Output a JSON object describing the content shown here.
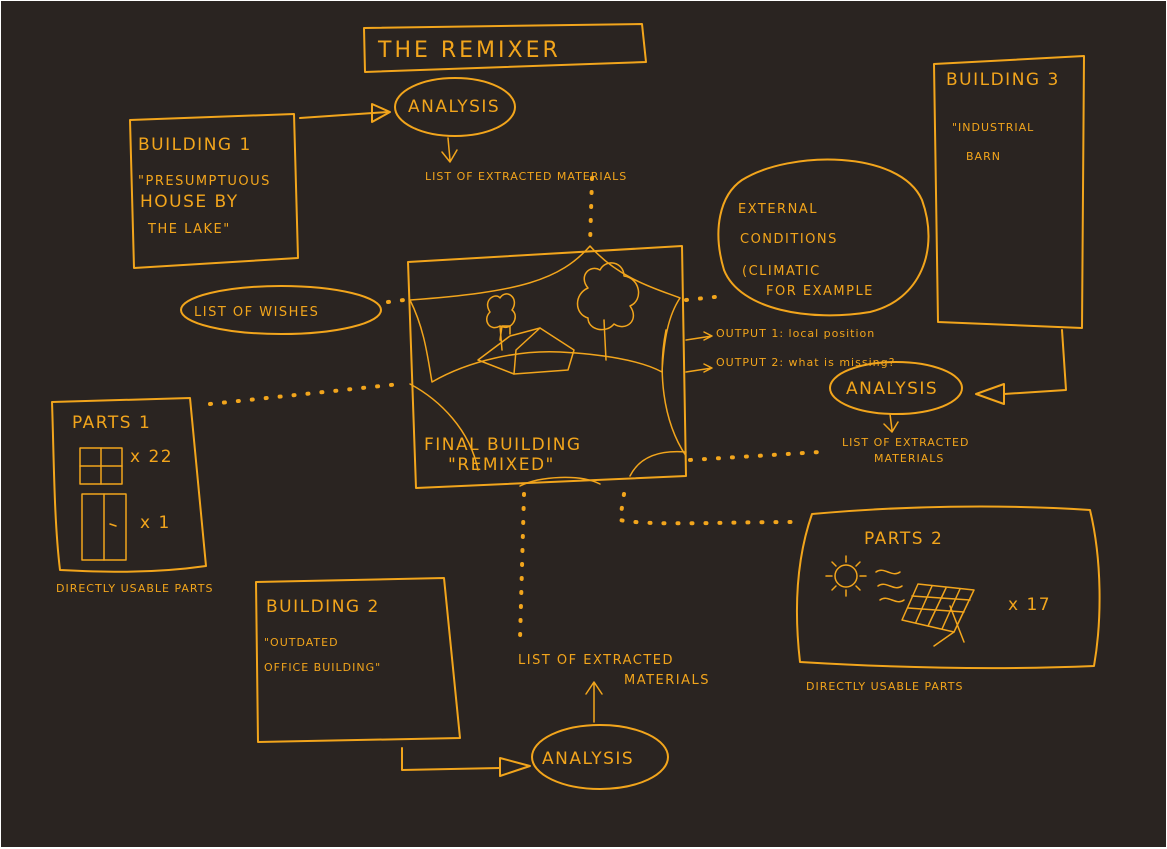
{
  "colors": {
    "background": "#2a2421",
    "ink": "#f2a51c"
  },
  "title": "THE REMIXER",
  "building1": {
    "heading": "BUILDING 1",
    "line1": "\"PRESUMPTUOUS",
    "line2": "HOUSE BY",
    "line3": "THE LAKE\""
  },
  "building2": {
    "heading": "BUILDING 2",
    "line1": "\"OUTDATED",
    "line2": "OFFICE BUILDING\""
  },
  "building3": {
    "heading": "BUILDING 3",
    "line1": "\"INDUSTRIAL",
    "line2": "BARN"
  },
  "analysis": {
    "top": "ANALYSIS",
    "right": "ANALYSIS",
    "bottom": "ANALYSIS"
  },
  "extracted": {
    "top": "LIST OF EXTRACTED MATERIALS",
    "right_line1": "LIST OF EXTRACTED",
    "right_line2": "MATERIALS",
    "bottom_line1": "LIST OF EXTRACTED",
    "bottom_line2": "MATERIALS"
  },
  "external": {
    "line1": "EXTERNAL",
    "line2": "CONDITIONS",
    "line3": "(CLIMATIC",
    "line4": "FOR EXAMPLE"
  },
  "wishes": "LIST OF WISHES",
  "final": {
    "line1": "FINAL BUILDING",
    "line2": "\"REMIXED\""
  },
  "outputs": {
    "output1": "OUTPUT 1: local position",
    "output2": "OUTPUT 2: what is missing?"
  },
  "parts1": {
    "heading": "PARTS 1",
    "windows_count": "x 22",
    "doors_count": "x 1",
    "caption": "DIRECTLY USABLE PARTS"
  },
  "parts2": {
    "heading": "PARTS 2",
    "panels_count": "x 17",
    "caption": "DIRECTLY USABLE PARTS"
  }
}
